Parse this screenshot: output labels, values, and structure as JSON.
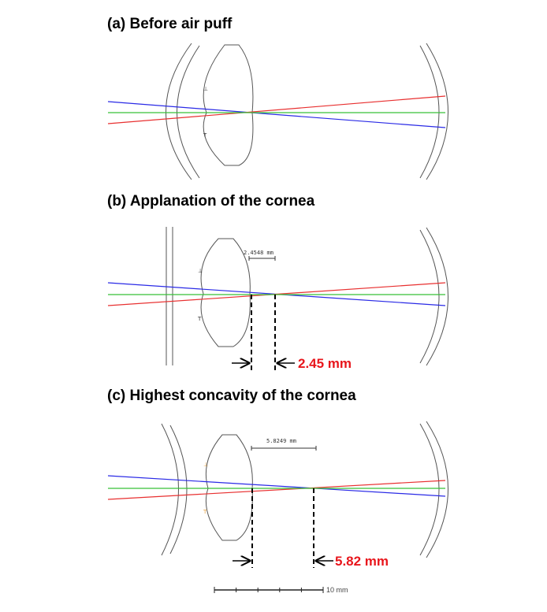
{
  "panels": [
    {
      "title": "(a) Before air puff"
    },
    {
      "title": "(b) Applanation of the cornea",
      "scale_label": "2.4548 mm",
      "measurement": "2.45 mm"
    },
    {
      "title": "(c) Highest concavity of the cornea",
      "scale_label": "5.8249 mm",
      "measurement": "5.82 mm"
    }
  ],
  "scale_bar": {
    "label": "10 mm"
  },
  "colors": {
    "blue_ray": "#2a2ae6",
    "red_ray": "#e83030",
    "green_ray": "#38c038",
    "measurement_text": "#e8161c",
    "lens_line": "#555555",
    "tick_orange": "#e6a040"
  },
  "marker_glyphs": {
    "upper": "⊥",
    "lower": "T"
  }
}
